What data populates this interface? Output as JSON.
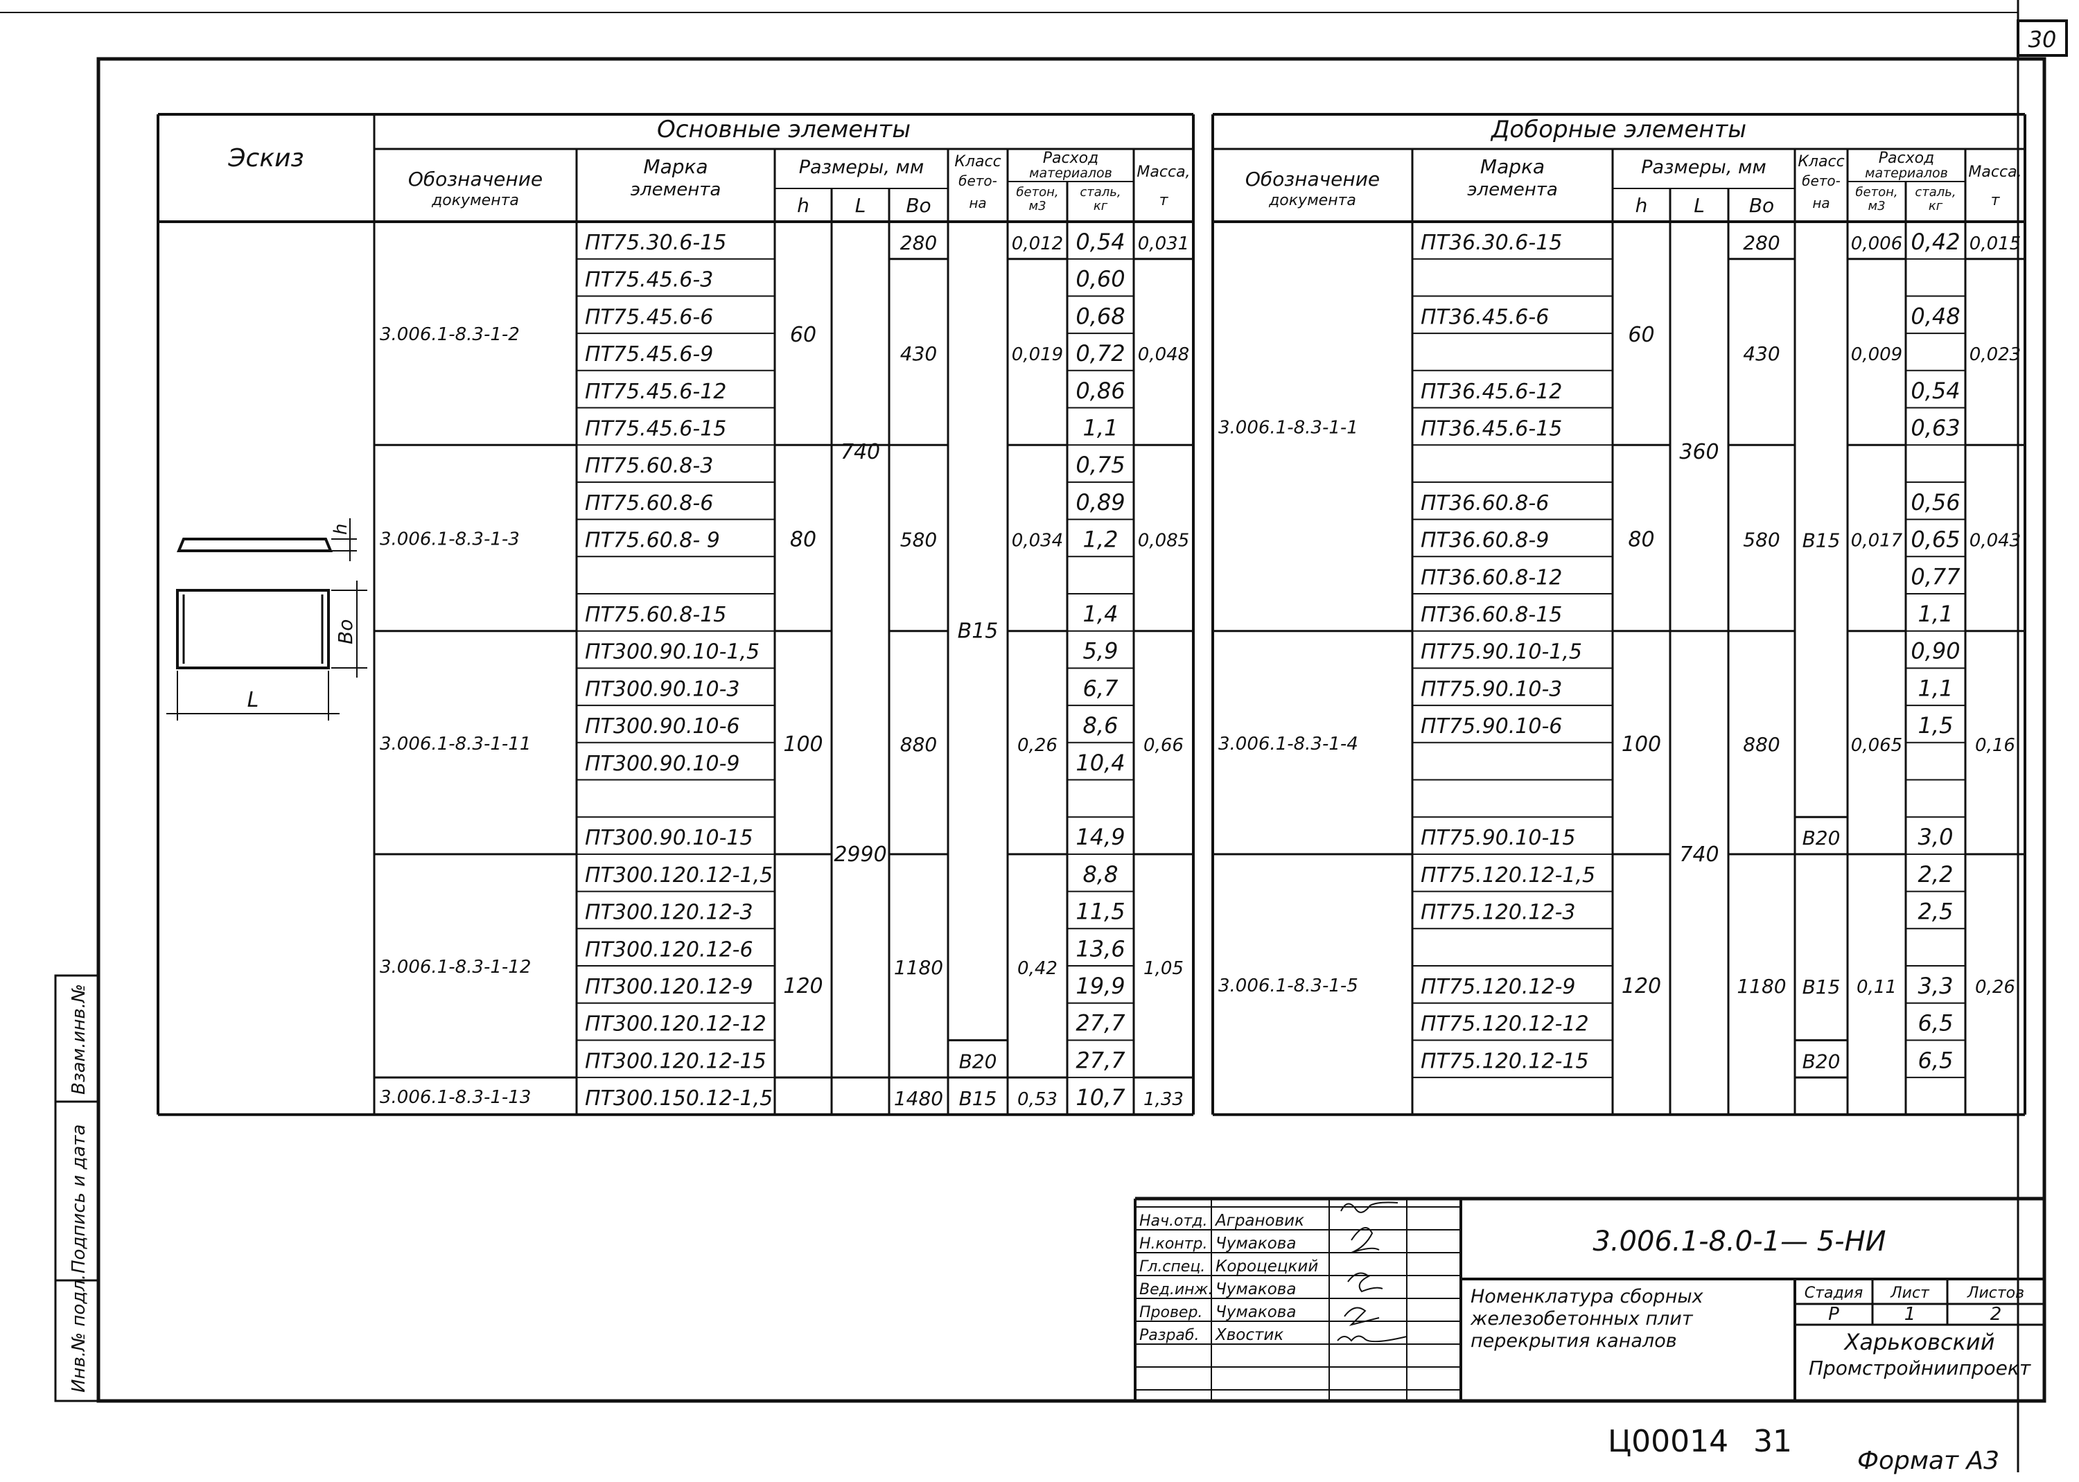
{
  "sheet_number": "30",
  "main": {
    "title": "Основные элементы",
    "headers": {
      "sketch": "Эскиз",
      "doc": [
        "Обозначение",
        "документа"
      ],
      "mark": [
        "Марка",
        "элемента"
      ],
      "dims": "Размеры, мм",
      "h": "h",
      "L": "L",
      "B": "Bo",
      "cls": [
        "Класс",
        "бето-",
        "на"
      ],
      "rash": [
        "Расход",
        "материалов"
      ],
      "beton": [
        "бетон,",
        "м3"
      ],
      "stal": [
        "сталь,",
        "кг"
      ],
      "mass": [
        "Масса,",
        "т"
      ]
    },
    "rows": [
      {
        "mark": "ПТ75.30.6-15",
        "steel": "0,54"
      },
      {
        "mark": "ПТ75.45.6-3",
        "steel": "0,60"
      },
      {
        "mark": "ПТ75.45.6-6",
        "steel": "0,68"
      },
      {
        "mark": "ПТ75.45.6-9",
        "steel": "0,72"
      },
      {
        "mark": "ПТ75.45.6-12",
        "steel": "0,86"
      },
      {
        "mark": "ПТ75.45.6-15",
        "steel": "1,1"
      },
      {
        "mark": "ПТ75.60.8-3",
        "steel": "0,75"
      },
      {
        "mark": "ПТ75.60.8-6",
        "steel": "0,89"
      },
      {
        "mark": "ПТ75.60.8- 9",
        "steel": "1,2"
      },
      {
        "mark": "",
        "steel": ""
      },
      {
        "mark": "ПТ75.60.8-15",
        "steel": "1,4"
      },
      {
        "mark": "ПТ300.90.10-1,5",
        "steel": "5,9"
      },
      {
        "mark": "ПТ300.90.10-3",
        "steel": "6,7"
      },
      {
        "mark": "ПТ300.90.10-6",
        "steel": "8,6"
      },
      {
        "mark": "ПТ300.90.10-9",
        "steel": "10,4"
      },
      {
        "mark": "",
        "steel": ""
      },
      {
        "mark": "ПТ300.90.10-15",
        "steel": "14,9"
      },
      {
        "mark": "ПТ300.120.12-1,5",
        "steel": "8,8"
      },
      {
        "mark": "ПТ300.120.12-3",
        "steel": "11,5"
      },
      {
        "mark": "ПТ300.120.12-6",
        "steel": "13,6"
      },
      {
        "mark": "ПТ300.120.12-9",
        "steel": "19,9"
      },
      {
        "mark": "ПТ300.120.12-12",
        "steel": "27,7"
      },
      {
        "mark": "ПТ300.120.12-15",
        "steel": "27,7"
      },
      {
        "mark": "ПТ300.150.12-1,5",
        "steel": "10,7"
      }
    ],
    "docs": [
      "3.006.1-8.3-1-2",
      "3.006.1-8.3-1-3",
      "3.006.1-8.3-1-11",
      "3.006.1-8.3-1-12",
      "3.006.1-8.3-1-13"
    ],
    "h_vals": [
      "60",
      "80",
      "100",
      "120"
    ],
    "L_vals": [
      "740",
      "2990"
    ],
    "B_vals": [
      "280",
      "430",
      "580",
      "880",
      "1180",
      "1480"
    ],
    "cls_vals": [
      "B15",
      "B20",
      "B15"
    ],
    "beton_vals": [
      "0,012",
      "0,019",
      "0,034",
      "0,26",
      "0,42",
      "0,53"
    ],
    "mass_vals": [
      "0,031",
      "0,048",
      "0,085",
      "0,66",
      "1,05",
      "1,33"
    ]
  },
  "extra": {
    "title": "Доборные элементы",
    "headers": {
      "doc": [
        "Обозначение",
        "документа"
      ],
      "mark": [
        "Марка",
        "элемента"
      ],
      "dims": "Размеры, мм",
      "h": "h",
      "L": "L",
      "B": "Bo",
      "cls": [
        "Класс",
        "бето-",
        "на"
      ],
      "rash": [
        "Расход",
        "материалов"
      ],
      "beton": [
        "бетон,",
        "м3"
      ],
      "stal": [
        "сталь,",
        "кг"
      ],
      "mass": [
        "Масса,",
        "т"
      ]
    },
    "rows": [
      {
        "mark": "ПТ36.30.6-15",
        "steel": "0,42"
      },
      {
        "mark": "",
        "steel": ""
      },
      {
        "mark": "ПТ36.45.6-6",
        "steel": "0,48"
      },
      {
        "mark": "",
        "steel": ""
      },
      {
        "mark": "ПТ36.45.6-12",
        "steel": "0,54"
      },
      {
        "mark": "ПТ36.45.6-15",
        "steel": "0,63"
      },
      {
        "mark": "",
        "steel": ""
      },
      {
        "mark": "ПТ36.60.8-6",
        "steel": "0,56"
      },
      {
        "mark": "ПТ36.60.8-9",
        "steel": "0,65"
      },
      {
        "mark": "ПТ36.60.8-12",
        "steel": "0,77"
      },
      {
        "mark": "ПТ36.60.8-15",
        "steel": "1,1"
      },
      {
        "mark": "ПТ75.90.10-1,5",
        "steel": "0,90"
      },
      {
        "mark": "ПТ75.90.10-3",
        "steel": "1,1"
      },
      {
        "mark": "ПТ75.90.10-6",
        "steel": "1,5"
      },
      {
        "mark": "",
        "steel": ""
      },
      {
        "mark": "",
        "steel": ""
      },
      {
        "mark": "ПТ75.90.10-15",
        "steel": "3,0"
      },
      {
        "mark": "ПТ75.120.12-1,5",
        "steel": "2,2"
      },
      {
        "mark": "ПТ75.120.12-3",
        "steel": "2,5"
      },
      {
        "mark": "",
        "steel": ""
      },
      {
        "mark": "ПТ75.120.12-9",
        "steel": "3,3"
      },
      {
        "mark": "ПТ75.120.12-12",
        "steel": "6,5"
      },
      {
        "mark": "ПТ75.120.12-15",
        "steel": "6,5"
      },
      {
        "mark": "",
        "steel": ""
      }
    ],
    "docs": [
      "3.006.1-8.3-1-1",
      "3.006.1-8.3-1-4",
      "3.006.1-8.3-1-5"
    ],
    "h_vals": [
      "60",
      "80",
      "100",
      "120"
    ],
    "L_vals": [
      "360",
      "740"
    ],
    "B_vals": [
      "280",
      "430",
      "580",
      "880",
      "1180"
    ],
    "cls_vals": [
      "B15",
      "B20",
      "B15",
      "B20"
    ],
    "beton_vals": [
      "0,006",
      "0,009",
      "0,017",
      "0,065",
      "0,11"
    ],
    "mass_vals": [
      "0,015",
      "0,023",
      "0,043",
      "0,16",
      "0,26"
    ]
  },
  "sketch_labels": {
    "h": "h",
    "B": "Bo",
    "L": "L"
  },
  "stamp": {
    "roles": [
      "Нач.отд.",
      "Н.контр.",
      "Гл.спец.",
      "Вед.инж.",
      "Провер.",
      "Разраб."
    ],
    "names": [
      "Аграновик",
      "Чумакова",
      "Короцецкий",
      "Чумакова",
      "Чумакова",
      "Хвостик"
    ],
    "code": "3.006.1-8.0-1— 5-НИ",
    "title_lines": [
      "Номенклатура сборных",
      "железобетонных плит",
      "перекрытия каналов"
    ],
    "stage_label": "Стадия",
    "sheet_label": "Лист",
    "sheets_label": "Листов",
    "stage": "Р",
    "sheet": "1",
    "sheets": "2",
    "org_lines": [
      "Харьковский",
      "Промстройниипроект"
    ]
  },
  "side_labels": [
    "Инв.№ подл.",
    "Подпись и дата",
    "Взам.инв.№"
  ],
  "footer": {
    "archive": "Ц00014",
    "page": "31",
    "format": "Формат А3"
  }
}
